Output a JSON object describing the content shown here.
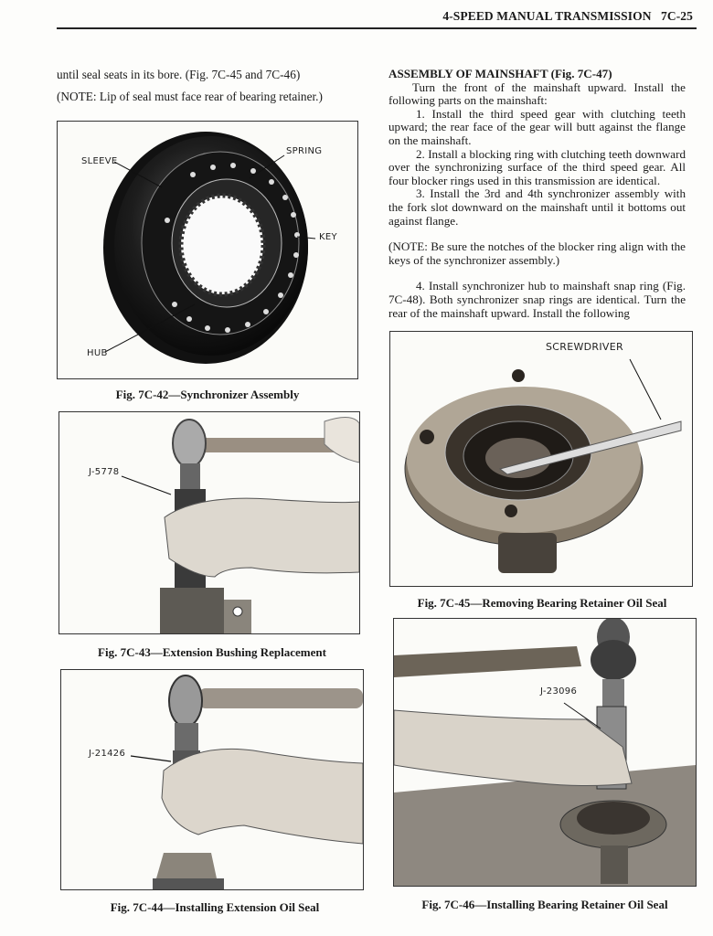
{
  "header": {
    "title": "4-SPEED MANUAL TRANSMISSION   7C-25"
  },
  "left_column": {
    "para1": "until seal seats in its bore. (Fig. 7C-45 and 7C-46)",
    "note1": "(NOTE:  Lip of seal must face rear of bearing retainer.)"
  },
  "right_column": {
    "heading": "ASSEMBLY OF MAINSHAFT (Fig. 7C-47)",
    "intro": "Turn the front of the mainshaft upward. Install the following parts on the mainshaft:",
    "steps": [
      "1. Install the third speed gear with clutching teeth upward; the rear face of the gear will butt against the flange on the mainshaft.",
      "2. Install a blocking ring with clutching teeth downward over the synchronizing surface of the third speed gear. All four blocker rings used in this transmission are identical.",
      "3. Install the 3rd and 4th synchronizer assembly with the fork slot downward on the mainshaft until it bottoms out against flange.",
      "4. Install synchronizer hub to mainshaft snap ring (Fig. 7C-48). Both synchronizer snap rings are identical. Turn the rear of the mainshaft upward. Install the following"
    ],
    "note": "(NOTE: Be sure the notches of the blocker ring align with the keys of the synchronizer assembly.)"
  },
  "figures": [
    {
      "id": "7C-42",
      "caption": "Fig. 7C-42—Synchronizer Assembly",
      "labels": [
        "SLEEVE",
        "SPRING",
        "KEY",
        "HUB"
      ]
    },
    {
      "id": "7C-43",
      "caption": "Fig. 7C-43—Extension Bushing Replacement",
      "labels": [
        "J-5778"
      ]
    },
    {
      "id": "7C-44",
      "caption": "Fig. 7C-44—Installing Extension Oil Seal",
      "labels": [
        "J-21426"
      ]
    },
    {
      "id": "7C-45",
      "caption": "Fig. 7C-45—Removing Bearing Retainer Oil Seal",
      "labels": [
        "SCREWDRIVER"
      ]
    },
    {
      "id": "7C-46",
      "caption": "Fig. 7C-46—Installing Bearing Retainer Oil Seal",
      "labels": [
        "J-23096"
      ]
    }
  ]
}
